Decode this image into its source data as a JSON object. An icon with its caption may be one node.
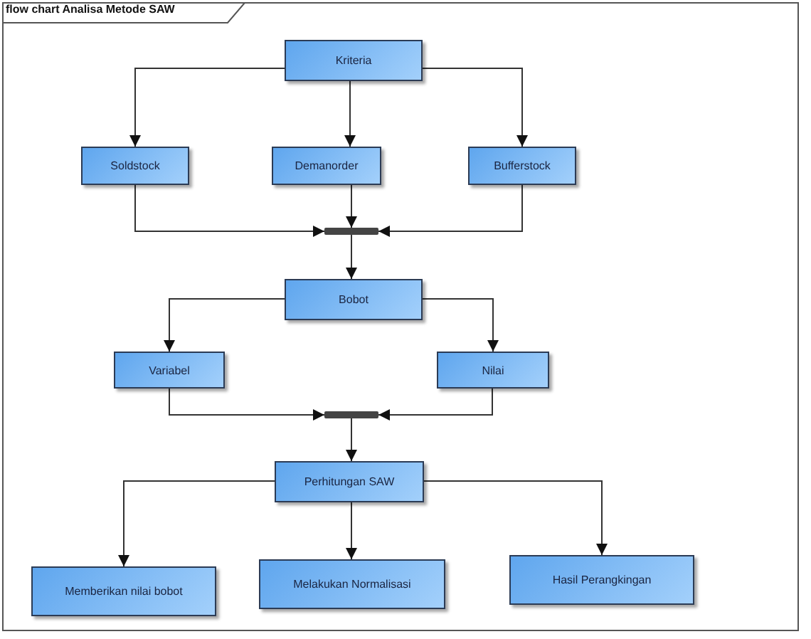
{
  "diagram": {
    "title": "flow chart Analisa Metode SAW",
    "nodes": [
      {
        "text": [
          "Kriteria"
        ]
      },
      {
        "text": [
          "Soldstock"
        ]
      },
      {
        "text": [
          "Demanorder"
        ]
      },
      {
        "text": [
          "Bufferstock"
        ]
      },
      {
        "text": [],
        "shape": "bar"
      },
      {
        "text": [
          "Bobot"
        ]
      },
      {
        "text": [
          "Variabel"
        ]
      },
      {
        "text": [
          "Nilai"
        ]
      },
      {
        "text": [],
        "shape": "bar"
      },
      {
        "text": [
          "Perhitungan SAW"
        ]
      },
      {
        "text": [
          "Memberikan nilai bobot"
        ]
      },
      {
        "text": [
          "Melakukan Normalisasi"
        ]
      },
      {
        "text": [
          "Hasil Perangkingan"
        ]
      }
    ],
    "edges": [
      {
        "from": 0,
        "to": 1,
        "arrow": "to"
      },
      {
        "from": 0,
        "to": 2,
        "arrow": "to"
      },
      {
        "from": 0,
        "to": 3,
        "arrow": "to"
      },
      {
        "from": 1,
        "to": 4,
        "arrow": "to"
      },
      {
        "from": 2,
        "to": 4,
        "arrow": "to"
      },
      {
        "from": 3,
        "to": 4,
        "arrow": "to"
      },
      {
        "from": 4,
        "to": 5,
        "arrow": "to"
      },
      {
        "from": 5,
        "to": 6,
        "arrow": "to"
      },
      {
        "from": 5,
        "to": 7,
        "arrow": "to"
      },
      {
        "from": 6,
        "to": 8,
        "arrow": "to"
      },
      {
        "from": 7,
        "to": 8,
        "arrow": "to"
      },
      {
        "from": 8,
        "to": 9,
        "arrow": "to"
      },
      {
        "from": 9,
        "to": 10,
        "arrow": "to"
      },
      {
        "from": 9,
        "to": 11,
        "arrow": "to"
      },
      {
        "from": 9,
        "to": 12,
        "arrow": "to"
      }
    ]
  }
}
